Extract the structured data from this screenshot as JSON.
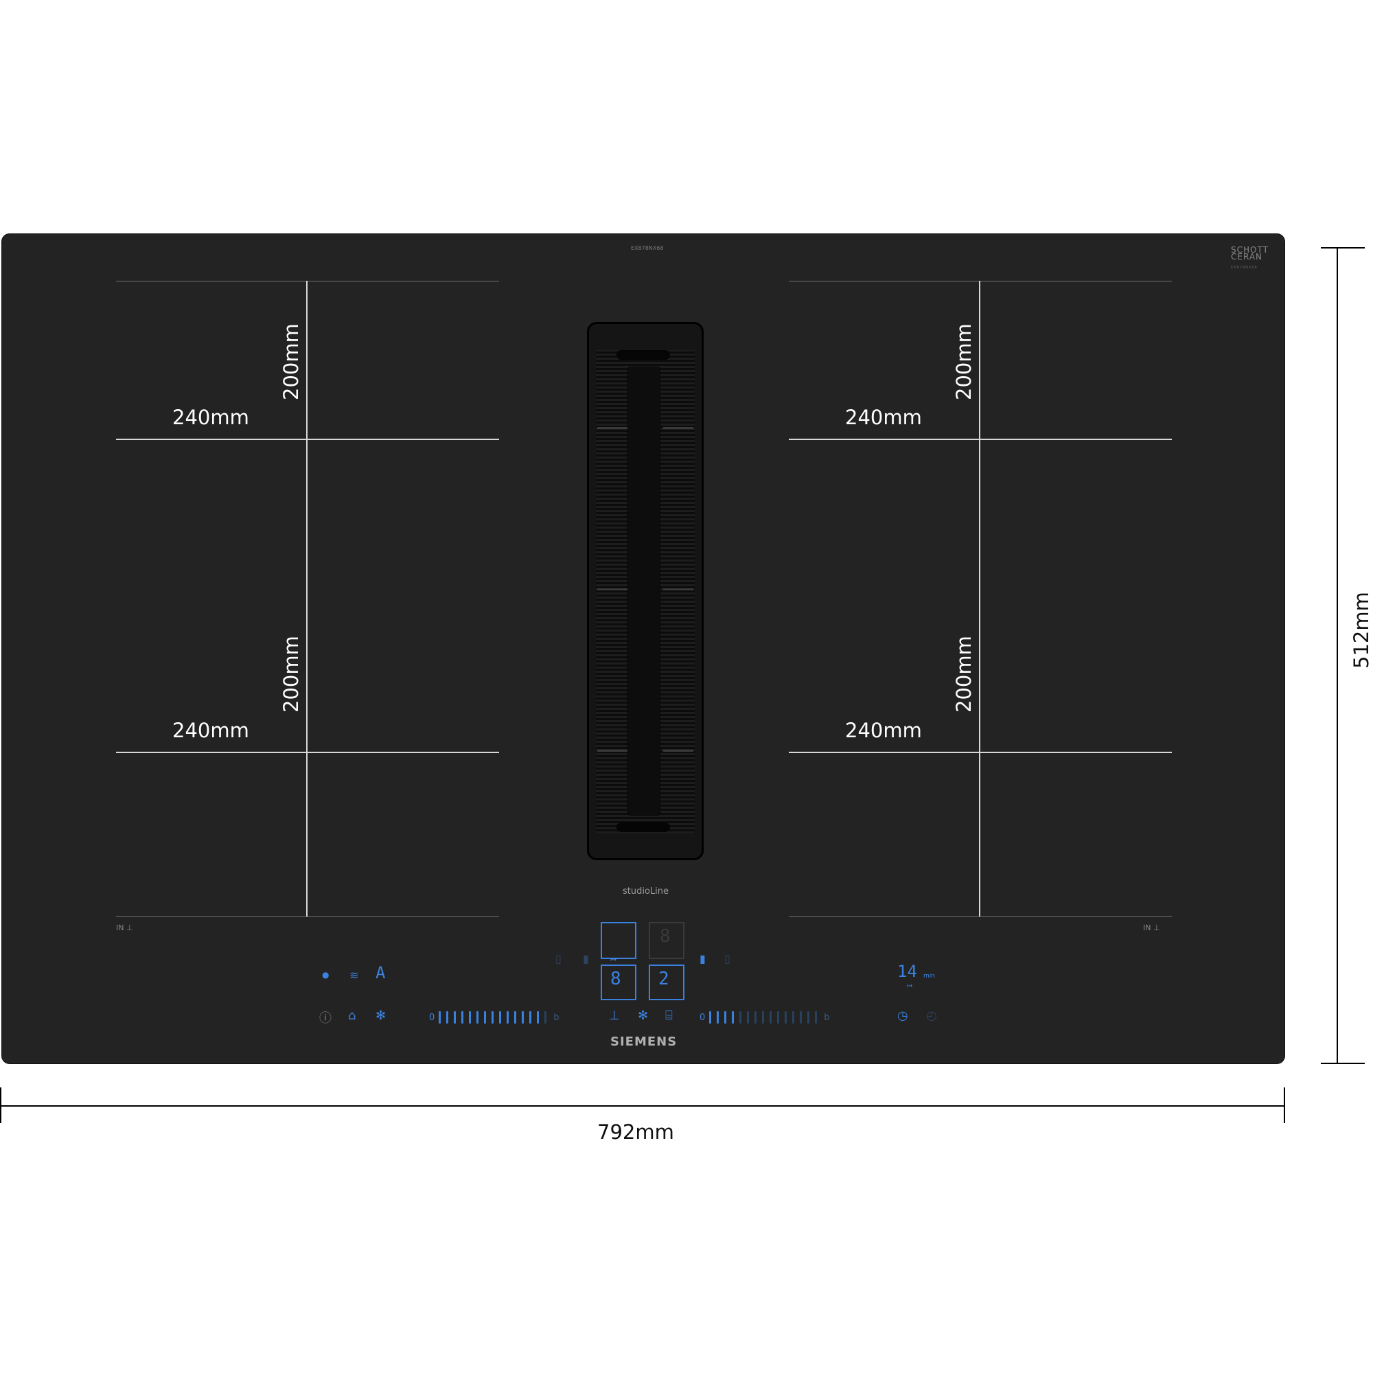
{
  "model_code": "EX878NX68",
  "schott_logo": {
    "line1": "SCHOTT",
    "line2": "CERAN",
    "small": "EX878NX68"
  },
  "zones": {
    "width_label": "240mm",
    "height_label": "200mm",
    "in_label": "IN"
  },
  "series_label": "studioLine",
  "brand": "SIEMENS",
  "controls": {
    "auto_label": "A",
    "left_slider": {
      "start": "0",
      "end": "b",
      "active_fraction": 0.9
    },
    "right_slider": {
      "start": "0",
      "end": "b",
      "active_fraction": 0.25
    },
    "display_top": "8",
    "display_left": "8",
    "display_right": "2",
    "timer_value": "14",
    "timer_unit": "min"
  },
  "dimensions": {
    "width": "792mm",
    "height": "512mm"
  },
  "colors": {
    "accent": "#3b82e0",
    "glass": "#232323"
  }
}
